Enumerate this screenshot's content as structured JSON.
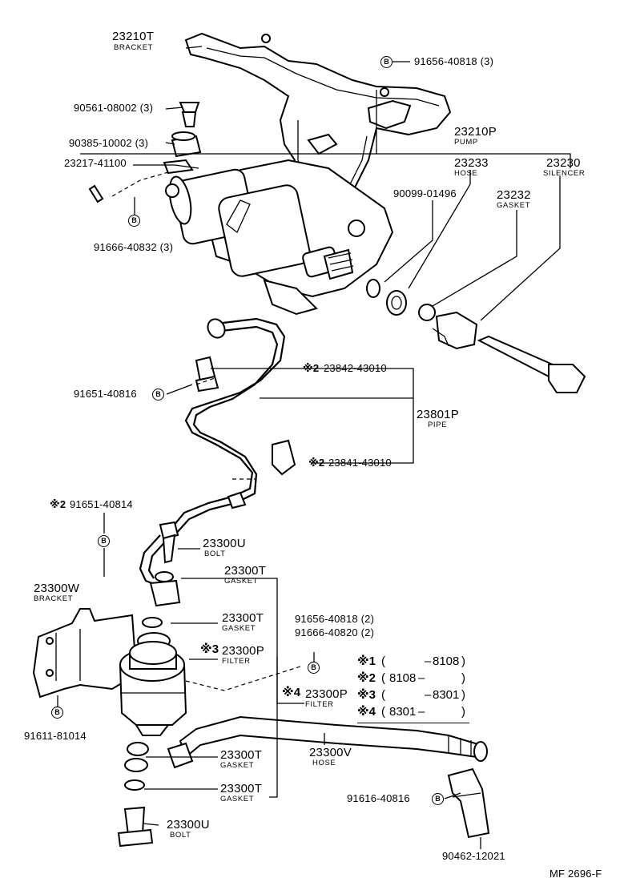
{
  "diagram": {
    "footer_code": "MF  2696-F"
  },
  "bolt_marker": "B",
  "callouts": [
    {
      "key": "c-23210t",
      "number": "23210T",
      "name": "BRACKET"
    },
    {
      "key": "c-91656-40818-3",
      "number": "91656-40818 (3)",
      "name": ""
    },
    {
      "key": "c-90561-08002",
      "number": "90561-08002 (3)",
      "name": ""
    },
    {
      "key": "c-90385-10002",
      "number": "90385-10002 (3)",
      "name": ""
    },
    {
      "key": "c-23210p",
      "number": "23210P",
      "name": "PUMP"
    },
    {
      "key": "c-23217-41100",
      "number": "23217-41100",
      "name": ""
    },
    {
      "key": "c-23233",
      "number": "23233",
      "name": "HOSE"
    },
    {
      "key": "c-23230",
      "number": "23230",
      "name": "SILENCER"
    },
    {
      "key": "c-90099-01496",
      "number": "90099-01496",
      "name": ""
    },
    {
      "key": "c-23232",
      "number": "23232",
      "name": "GASKET"
    },
    {
      "key": "c-91666-40832",
      "number": "91666-40832 (3)",
      "name": ""
    },
    {
      "key": "c-23842-43010",
      "number": "23842-43010",
      "name": "",
      "mark": "※2"
    },
    {
      "key": "c-91651-40816",
      "number": "91651-40816",
      "name": ""
    },
    {
      "key": "c-23801p",
      "number": "23801P",
      "name": "PIPE"
    },
    {
      "key": "c-23841-43010",
      "number": "23841-43010",
      "name": "",
      "mark": "※2"
    },
    {
      "key": "c-91651-40814",
      "number": "91651-40814",
      "name": "",
      "mark": "※2"
    },
    {
      "key": "c-23300u-top",
      "number": "23300U",
      "name": "BOLT"
    },
    {
      "key": "c-23300t-1",
      "number": "23300T",
      "name": "GASKET"
    },
    {
      "key": "c-23300w",
      "number": "23300W",
      "name": "BRACKET"
    },
    {
      "key": "c-23300t-2",
      "number": "23300T",
      "name": "GASKET"
    },
    {
      "key": "c-91656-40818-2",
      "number": "91656-40818 (2)",
      "name": ""
    },
    {
      "key": "c-91666-40820-2",
      "number": "91666-40820 (2)",
      "name": ""
    },
    {
      "key": "c-23300p-3",
      "number": "23300P",
      "name": "FILTER",
      "mark": "※3"
    },
    {
      "key": "c-23300p-4",
      "number": "23300P",
      "name": "FILTER",
      "mark": "※4"
    },
    {
      "key": "c-91611-81014",
      "number": "91611-81014",
      "name": ""
    },
    {
      "key": "c-23300t-3",
      "number": "23300T",
      "name": "GASKET"
    },
    {
      "key": "c-23300v",
      "number": "23300V",
      "name": "HOSE"
    },
    {
      "key": "c-23300t-4",
      "number": "23300T",
      "name": "GASKET"
    },
    {
      "key": "c-91616-40816",
      "number": "91616-40816",
      "name": ""
    },
    {
      "key": "c-23300u-bottom",
      "number": "23300U",
      "name": "BOLT"
    },
    {
      "key": "c-90462-12021",
      "number": "90462-12021",
      "name": ""
    }
  ],
  "legend": [
    {
      "mark": "※1",
      "open": "(",
      "from": "",
      "to": "8108",
      "close": ")"
    },
    {
      "mark": "※2",
      "open": "(",
      "from": "8108",
      "to": "",
      "close": ")"
    },
    {
      "mark": "※3",
      "open": "(",
      "from": "",
      "to": "8301",
      "close": ")"
    },
    {
      "mark": "※4",
      "open": "(",
      "from": "8301",
      "to": "",
      "close": ")"
    }
  ]
}
